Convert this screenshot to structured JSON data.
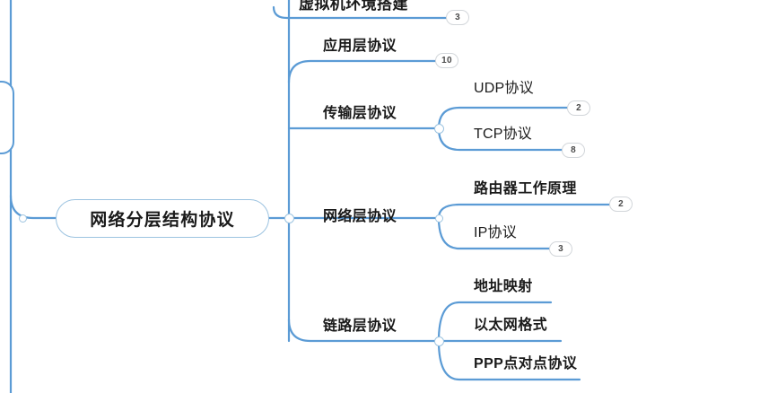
{
  "diagram": {
    "type": "mindmap",
    "title_visible": false,
    "colors": {
      "branch_line": "#5b9bd5",
      "root_border": "#9cc3e0",
      "badge_border": "#d2d6da",
      "text": "#1a1a1a",
      "background": "#ffffff"
    },
    "root": {
      "label": "网络分层结构协议"
    },
    "clipped_top_node": {
      "label": "虚拟机环境搭建",
      "badge": "3"
    },
    "branches": [
      {
        "id": "application-layer",
        "label": "应用层协议",
        "badge": "10",
        "children": []
      },
      {
        "id": "transport-layer",
        "label": "传输层协议",
        "badge": null,
        "children": [
          {
            "id": "udp",
            "label": "UDP协议",
            "badge": "2"
          },
          {
            "id": "tcp",
            "label": "TCP协议",
            "badge": "8"
          }
        ]
      },
      {
        "id": "network-layer",
        "label": "网络层协议",
        "badge": null,
        "children": [
          {
            "id": "router-principle",
            "label": "路由器工作原理",
            "badge": "2"
          },
          {
            "id": "ip",
            "label": "IP协议",
            "badge": "3"
          }
        ]
      },
      {
        "id": "link-layer",
        "label": "链路层协议",
        "badge": null,
        "children": [
          {
            "id": "address-mapping",
            "label": "地址映射",
            "badge": null
          },
          {
            "id": "ethernet-format",
            "label": "以太网格式",
            "badge": null
          },
          {
            "id": "ppp",
            "label": "PPP点对点协议",
            "badge": null
          }
        ]
      }
    ]
  }
}
